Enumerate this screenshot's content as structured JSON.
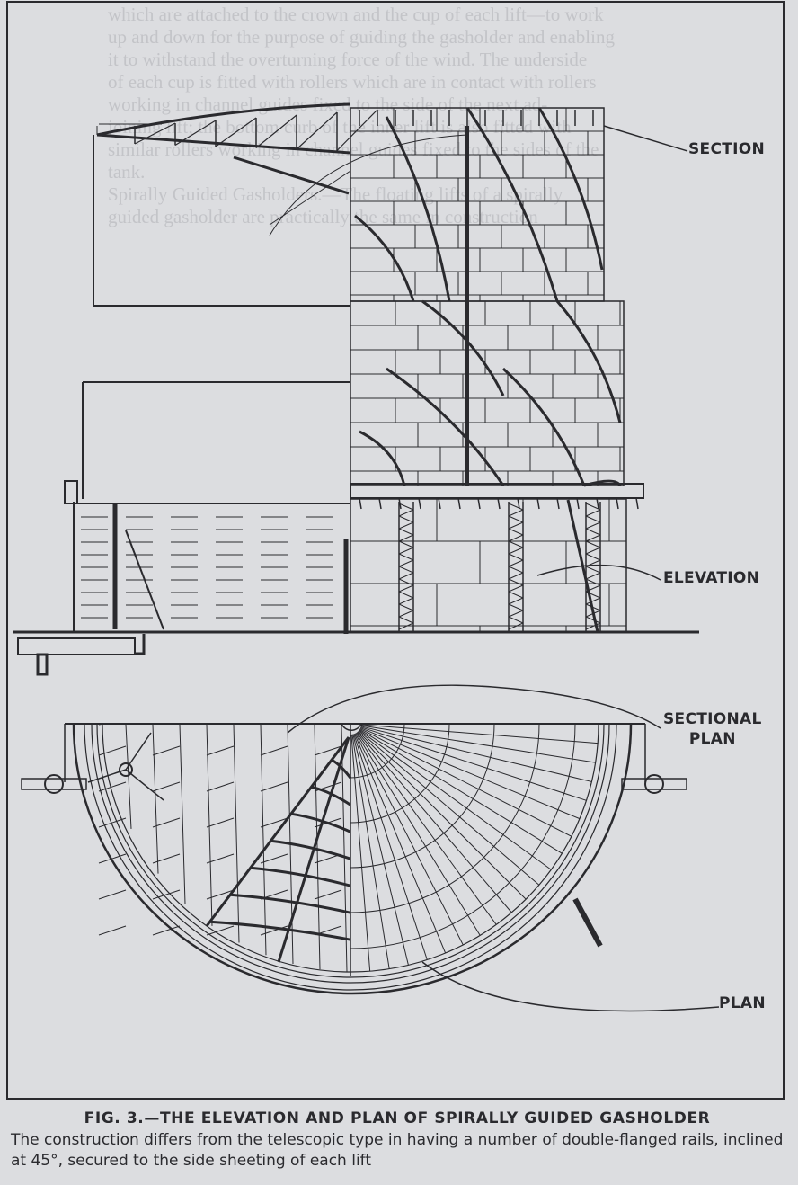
{
  "bleed_through_text": [
    "which are attached to the crown and the cup of each lift—to work",
    "up and down for the purpose of guiding the gasholder and enabling",
    "it to withstand the overturning force of the wind. The underside",
    "of each cup is fitted with rollers which are in contact with rollers",
    "working in channel guides fixed to the side of the next ad-",
    "joining lift; the bottom curb of the inner lift is also fitted with",
    "similar rollers working in channel guides fixed to the sides of the",
    "tank.",
    "Spirally Guided Gasholders.—The floating lifts of a spirally",
    "guided gasholder are practically the same in construction"
  ],
  "figure": {
    "labels": {
      "section": "SECTION",
      "elevation": "ELEVATION",
      "sectional_plan_1": "SECTIONAL",
      "sectional_plan_2": "PLAN",
      "plan": "PLAN"
    },
    "colors": {
      "ink": "#2a2a2e",
      "paper": "#dcdde0"
    }
  },
  "caption": {
    "title": "FIG. 3.—THE ELEVATION AND PLAN OF SPIRALLY GUIDED GASHOLDER",
    "body": "The construction differs from the telescopic type in having a number of double-flanged rails, inclined at 45°, secured to the side sheeting of each lift"
  }
}
